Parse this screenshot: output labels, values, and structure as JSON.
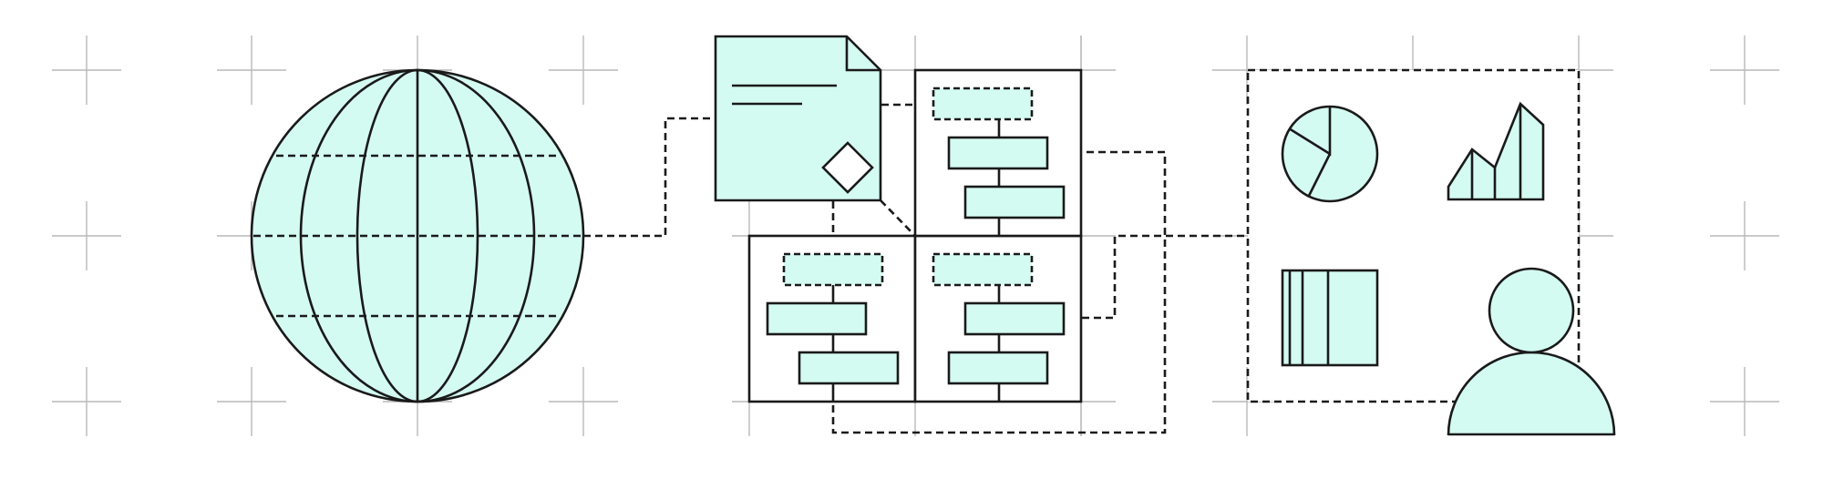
{
  "colors": {
    "background": "#ffffff",
    "fill": "#d4fbf2",
    "stroke": "#1a1a1a",
    "grid": "#b9b9b9"
  },
  "elements": {
    "globe": "globe-icon",
    "document": "document-icon",
    "flowcharts": [
      "flowchart-panel-top",
      "flowchart-panel-bottom-left",
      "flowchart-panel-bottom-right"
    ],
    "dashboard": [
      "pie-chart-icon",
      "area-chart-icon",
      "table-icon"
    ],
    "user": "user-icon"
  }
}
